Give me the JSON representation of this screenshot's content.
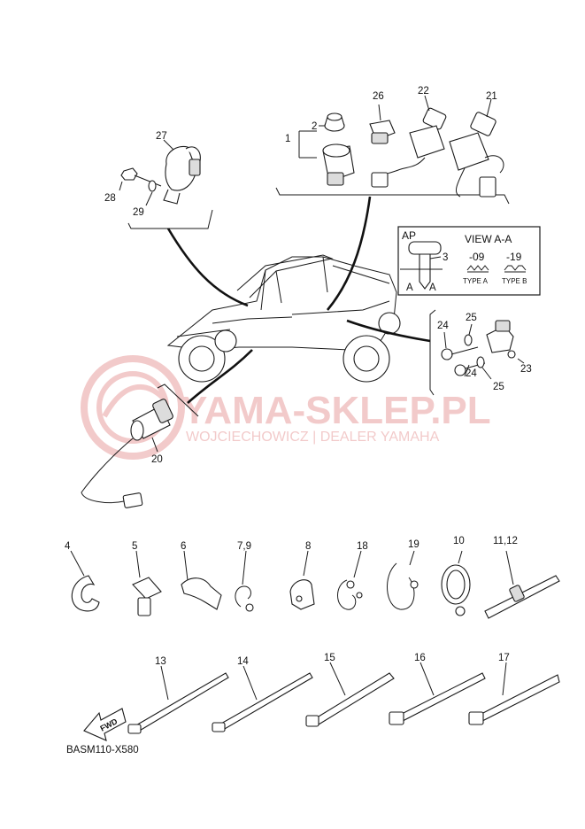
{
  "diagram_code": "BASM110-X580",
  "fwd_label": "FWD",
  "watermark": {
    "brand": "YAMA-SKLEP.PL",
    "dealer": "WOJCIECHOWICZ | DEALER YAMAHA",
    "color": "#e8a0a0"
  },
  "key_view": {
    "ap_label": "AP",
    "view_title": "VIEW A-A",
    "type_a_code": "-09",
    "type_b_code": "-19",
    "type_a_label": "TYPE A",
    "type_b_label": "TYPE B",
    "section_mark": "A",
    "key_callout": "3"
  },
  "callouts": {
    "c1": "1",
    "c2": "2",
    "c4": "4",
    "c5": "5",
    "c6": "6",
    "c7_9": "7,9",
    "c8": "8",
    "c10": "10",
    "c11_12": "11,12",
    "c13": "13",
    "c14": "14",
    "c15": "15",
    "c16": "16",
    "c17": "17",
    "c18": "18",
    "c19": "19",
    "c20": "20",
    "c21": "21",
    "c22": "22",
    "c23": "23",
    "c24a": "24",
    "c24b": "24",
    "c25a": "25",
    "c25b": "25",
    "c26": "26",
    "c27": "27",
    "c28": "28",
    "c29": "29"
  }
}
